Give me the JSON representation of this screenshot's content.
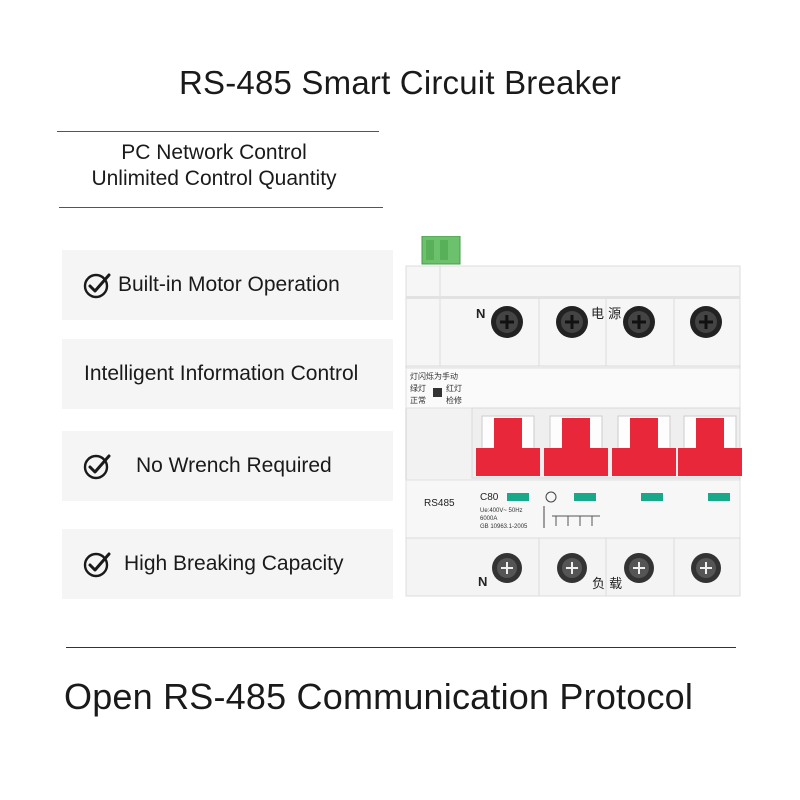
{
  "title": "RS-485 Smart Circuit Breaker",
  "subtitle": {
    "line1": "PC Network Control",
    "line2": "Unlimited Control Quantity"
  },
  "features": [
    {
      "label": "Built-in Motor Operation",
      "icon": "check-circle-icon"
    },
    {
      "label": "Intelligent Information Control",
      "icon": ""
    },
    {
      "label": "No Wrench Required",
      "icon": "check-circle-icon"
    },
    {
      "label": "High Breaking Capacity",
      "icon": "check-circle-icon"
    }
  ],
  "product": {
    "top_n": "N",
    "top_cn": "电 源",
    "indicator_text": [
      "灯闪烁为手动",
      "绿灯",
      "红灯",
      "正常",
      "检修"
    ],
    "model": "RS485",
    "rating": "C80",
    "spec_lines": [
      "Ue:400V~ 50Hz",
      "6000A",
      "GB 10963.1-2005"
    ],
    "bottom_n": "N",
    "bottom_cn": "负 载",
    "colors": {
      "handle": "#e8283a",
      "led": "#1aa88a",
      "terminal": "#6cc26c",
      "body": "#f2f2f2"
    }
  },
  "footer": "Open RS-485 Communication Protocol"
}
